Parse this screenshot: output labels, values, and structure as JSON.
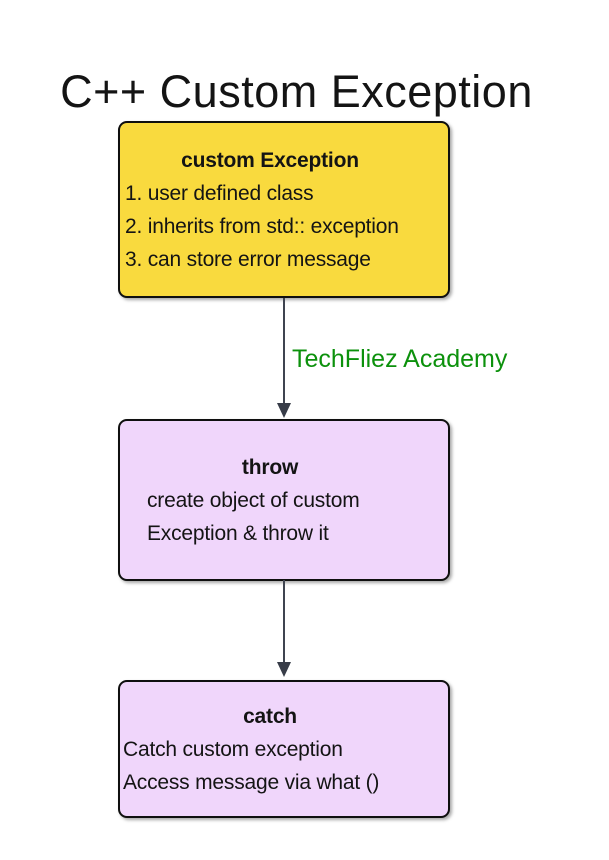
{
  "title": "C++ Custom Exception",
  "colors": {
    "ink": "#141414",
    "node_yellow": "#f9da3e",
    "node_lavender": "#f0d6fb",
    "arrow_line": "#3f4450",
    "arrow_head": "#373c48",
    "label_green": "#0c910c",
    "background": "#ffffff"
  },
  "diagram": {
    "nodes": [
      {
        "id": "custom-exception",
        "heading": "custom Exception",
        "lines": [
          "1. user defined class",
          "2. inherits from std:: exception",
          "3. can store error message"
        ],
        "fill": "#f9da3e"
      },
      {
        "id": "throw",
        "heading": "throw",
        "lines": [
          "create object of custom",
          "Exception & throw it"
        ],
        "fill": "#f0d6fb"
      },
      {
        "id": "catch",
        "heading": "catch",
        "lines": [
          "Catch custom exception",
          "Access message via what ()"
        ],
        "fill": "#f0d6fb"
      }
    ],
    "edges": [
      {
        "from": "custom-exception",
        "to": "throw",
        "label": "TechFliez Academy"
      },
      {
        "from": "throw",
        "to": "catch",
        "label": ""
      }
    ]
  }
}
